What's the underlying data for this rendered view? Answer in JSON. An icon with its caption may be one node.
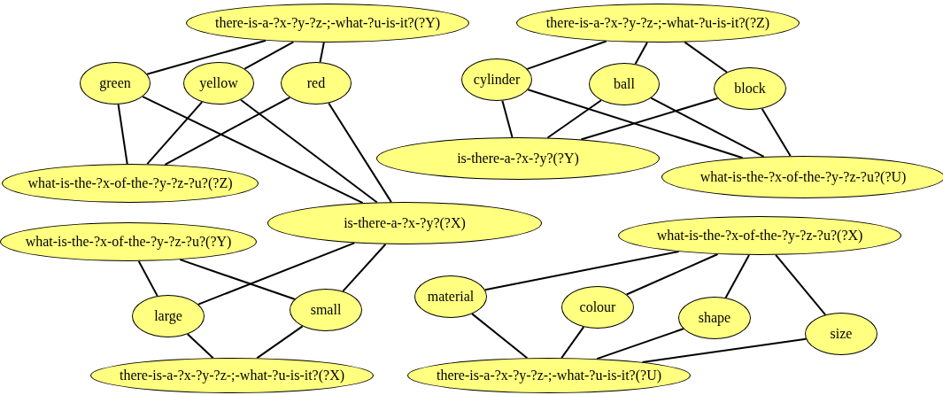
{
  "diagram": {
    "nodes": [
      {
        "text": [
          "there-is-a-?x-?y-?z-;-what-?u-is-it?(?Y)"
        ]
      },
      {
        "text": [
          "green"
        ]
      },
      {
        "text": [
          "yellow"
        ]
      },
      {
        "text": [
          "red"
        ]
      },
      {
        "text": [
          "what-is-the-?x-of-the-?y-?z-?u?(?Z)"
        ]
      },
      {
        "text": [
          "there-is-a-?x-?y-?z-;-what-?u-is-it?(?Z)"
        ]
      },
      {
        "text": [
          "cylinder"
        ]
      },
      {
        "text": [
          "ball"
        ]
      },
      {
        "text": [
          "block"
        ]
      },
      {
        "text": [
          "is-there-a-?x-?y?(?Y)"
        ]
      },
      {
        "text": [
          "what-is-the-?x-of-the-?y-?z-?u?(?U)"
        ]
      },
      {
        "text": [
          "is-there-a-?x-?y?(?X)"
        ]
      },
      {
        "text": [
          "what-is-the-?x-of-the-?y-?z-?u?(?Y)"
        ]
      },
      {
        "text": [
          "large"
        ]
      },
      {
        "text": [
          "small"
        ]
      },
      {
        "text": [
          "there-is-a-?x-?y-?z-;-what-?u-is-it?(?X)"
        ]
      },
      {
        "text": [
          "what-is-the-?x-of-the-?y-?z-?u?(?X)"
        ]
      },
      {
        "text": [
          "material"
        ]
      },
      {
        "text": [
          "colour"
        ]
      },
      {
        "text": [
          "shape"
        ]
      },
      {
        "text": [
          "size"
        ]
      },
      {
        "text": [
          "there-is-a-?x-?y-?z-;-what-?u-is-it?(?U)"
        ]
      }
    ],
    "edges": [
      {
        "from": 0,
        "to": 1,
        "arrow": "none"
      },
      {
        "from": 0,
        "to": 2,
        "arrow": "none"
      },
      {
        "from": 0,
        "to": 3,
        "arrow": "none"
      },
      {
        "from": 1,
        "to": 4,
        "arrow": "none"
      },
      {
        "from": 2,
        "to": 4,
        "arrow": "none"
      },
      {
        "from": 3,
        "to": 4,
        "arrow": "none"
      },
      {
        "from": 1,
        "to": 11,
        "arrow": "none"
      },
      {
        "from": 2,
        "to": 11,
        "arrow": "none"
      },
      {
        "from": 3,
        "to": 11,
        "arrow": "none"
      },
      {
        "from": 5,
        "to": 6,
        "arrow": "none"
      },
      {
        "from": 5,
        "to": 7,
        "arrow": "none"
      },
      {
        "from": 5,
        "to": 8,
        "arrow": "none"
      },
      {
        "from": 6,
        "to": 9,
        "arrow": "none"
      },
      {
        "from": 7,
        "to": 9,
        "arrow": "none"
      },
      {
        "from": 8,
        "to": 9,
        "arrow": "none"
      },
      {
        "from": 6,
        "to": 10,
        "arrow": "none"
      },
      {
        "from": 7,
        "to": 10,
        "arrow": "none"
      },
      {
        "from": 8,
        "to": 10,
        "arrow": "none"
      },
      {
        "from": 12,
        "to": 13,
        "arrow": "none"
      },
      {
        "from": 12,
        "to": 14,
        "arrow": "none"
      },
      {
        "from": 11,
        "to": 13,
        "arrow": "none"
      },
      {
        "from": 11,
        "to": 14,
        "arrow": "none"
      },
      {
        "from": 13,
        "to": 15,
        "arrow": "none"
      },
      {
        "from": 14,
        "to": 15,
        "arrow": "none"
      },
      {
        "from": 16,
        "to": 17,
        "arrow": "none"
      },
      {
        "from": 16,
        "to": 18,
        "arrow": "none"
      },
      {
        "from": 16,
        "to": 19,
        "arrow": "none"
      },
      {
        "from": 16,
        "to": 20,
        "arrow": "none"
      },
      {
        "from": 17,
        "to": 21,
        "arrow": "none"
      },
      {
        "from": 18,
        "to": 21,
        "arrow": "none"
      },
      {
        "from": 19,
        "to": 21,
        "arrow": "none"
      },
      {
        "from": 20,
        "to": 21,
        "arrow": "none"
      }
    ]
  }
}
